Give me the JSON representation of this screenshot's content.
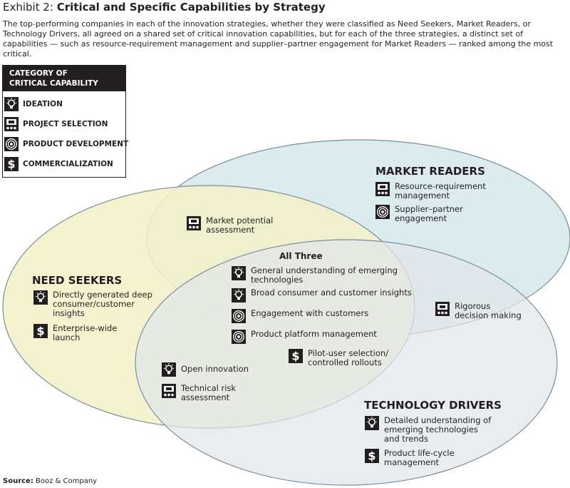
{
  "header": {
    "title_prefix": "Exhibit 2:",
    "title_strong": "Critical and Specific Capabilities by Strategy",
    "intro": "The top-performing companies in each of the innovation strategies, whether they were classified as Need Seekers, Market Readers, or Technology Drivers, all agreed on a shared set of critical innovation capabilities, but for each of the three strategies, a distinct set of capabilities — such as resource-requirement management and supplier–partner engagement for Market Readers — ranked among the most critical."
  },
  "legend": {
    "heading_line1": "CATEGORY OF",
    "heading_line2": "CRITICAL CAPABILITY",
    "items": [
      {
        "icon": "lightbulb-icon",
        "label": "IDEATION"
      },
      {
        "icon": "project-selection-icon",
        "label": "PROJECT SELECTION"
      },
      {
        "icon": "target-icon",
        "label": "PRODUCT DEVELOPMENT"
      },
      {
        "icon": "dollar-icon",
        "label": "COMMERCIALIZATION"
      }
    ]
  },
  "colors": {
    "need_seekers_fill": "#f4f0c9",
    "market_readers_fill": "#dcebed",
    "technology_drivers_fill": "#e2e6ea",
    "outline": "#7b8d9c",
    "ink": "#231f20"
  },
  "regions": {
    "market_readers": {
      "title": "MARKET READERS",
      "capabilities": [
        {
          "icon": "project-selection-icon",
          "line1": "Resource-requirement",
          "line2": "management"
        },
        {
          "icon": "target-icon",
          "line1": "Supplier–partner",
          "line2": "engagement"
        }
      ]
    },
    "need_seekers": {
      "title": "NEED SEEKERS",
      "capabilities": [
        {
          "icon": "lightbulb-icon",
          "line1": "Directly generated deep",
          "line2": "consumer/customer",
          "line3": "insights"
        },
        {
          "icon": "dollar-icon",
          "line1": "Enterprise-wide",
          "line2": "launch"
        }
      ]
    },
    "technology_drivers": {
      "title": "TECHNOLOGY DRIVERS",
      "capabilities": [
        {
          "icon": "lightbulb-icon",
          "line1": "Detailed understanding of",
          "line2": "emerging technologies",
          "line3": "and trends"
        },
        {
          "icon": "dollar-icon",
          "line1": "Product life-cycle",
          "line2": "management"
        }
      ]
    },
    "need_seekers_market_readers": {
      "capabilities": [
        {
          "icon": "project-selection-icon",
          "line1": "Market potential",
          "line2": "assessment"
        }
      ]
    },
    "market_readers_technology_drivers": {
      "capabilities": [
        {
          "icon": "project-selection-icon",
          "line1": "Rigorous",
          "line2": "decision making"
        }
      ]
    },
    "need_seekers_technology_drivers": {
      "capabilities": [
        {
          "icon": "lightbulb-icon",
          "line1": "Open innovation"
        },
        {
          "icon": "project-selection-icon",
          "line1": "Technical risk",
          "line2": "assessment"
        }
      ]
    },
    "all_three": {
      "title": "All Three",
      "capabilities": [
        {
          "icon": "lightbulb-icon",
          "line1": "General understanding of emerging",
          "line2": "technologies"
        },
        {
          "icon": "lightbulb-icon",
          "line1": "Broad consumer and customer insights"
        },
        {
          "icon": "target-icon",
          "line1": "Engagement with customers"
        },
        {
          "icon": "target-icon",
          "line1": "Product platform management"
        },
        {
          "icon": "dollar-icon",
          "line1": "Pilot-user selection/",
          "line2": "controlled rollouts"
        }
      ]
    }
  },
  "footer": {
    "source_label": "Source:",
    "source_text": " Booz & Company"
  }
}
